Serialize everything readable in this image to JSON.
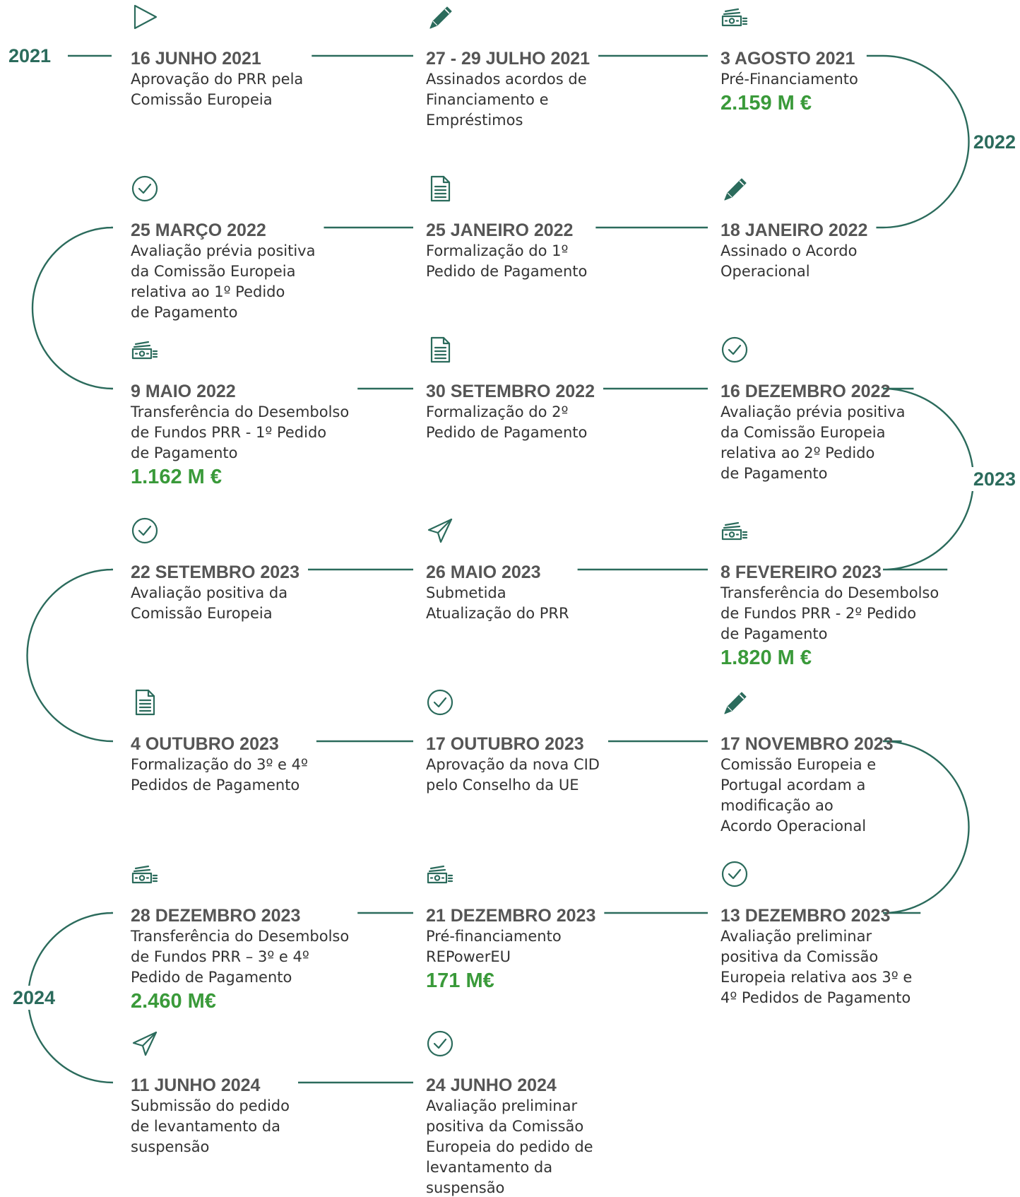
{
  "colors": {
    "line": "#2b6b5c",
    "icon": "#2b6b5c",
    "date": "#555555",
    "text": "#333333",
    "amount": "#3a9a3a"
  },
  "years": [
    "2021",
    "2022",
    "2023",
    "2024"
  ],
  "events": [
    {
      "date": "16 JUNHO 2021",
      "lines": [
        "Aprovação do PRR pela",
        "Comissão Europeia"
      ],
      "amount": "",
      "icon": "play-icon"
    },
    {
      "date": "27  - 29 JULHO 2021",
      "lines": [
        "Assinados acordos de",
        "Financiamento e",
        "Empréstimos"
      ],
      "amount": "",
      "icon": "pen-icon"
    },
    {
      "date": "3 AGOSTO 2021",
      "lines": [
        "Pré-Financiamento"
      ],
      "amount": "2.159 M €",
      "icon": "money-icon"
    },
    {
      "date": "18 JANEIRO 2022",
      "lines": [
        "Assinado o Acordo",
        "Operacional"
      ],
      "amount": "",
      "icon": "pen-icon"
    },
    {
      "date": "25 JANEIRO 2022",
      "lines": [
        "Formalização do 1º",
        "Pedido de Pagamento"
      ],
      "amount": "",
      "icon": "document-icon"
    },
    {
      "date": "25 MARÇO 2022",
      "lines": [
        "Avaliação prévia positiva",
        "da Comissão Europeia",
        "relativa ao 1º Pedido",
        "de Pagamento"
      ],
      "amount": "",
      "icon": "check-circle-icon"
    },
    {
      "date": "9 MAIO 2022",
      "lines": [
        "Transferência do Desembolso",
        "de Fundos PRR -  1º Pedido",
        "de Pagamento"
      ],
      "amount": "1.162 M €",
      "icon": "money-icon"
    },
    {
      "date": "30 SETEMBRO 2022",
      "lines": [
        "Formalização do 2º",
        "Pedido de Pagamento"
      ],
      "amount": "",
      "icon": "document-icon"
    },
    {
      "date": "16 DEZEMBRO 2022",
      "lines": [
        "Avaliação prévia positiva",
        "da Comissão Europeia",
        "relativa ao 2º Pedido",
        "de Pagamento"
      ],
      "amount": "",
      "icon": "check-circle-icon"
    },
    {
      "date": "8 FEVEREIRO 2023",
      "lines": [
        "Transferência do Desembolso",
        "de Fundos PRR -  2º Pedido",
        "de Pagamento"
      ],
      "amount": "1.820 M €",
      "icon": "money-icon"
    },
    {
      "date": "26 MAIO 2023",
      "lines": [
        "Submetida",
        "Atualização do PRR"
      ],
      "amount": "",
      "icon": "paper-plane-icon"
    },
    {
      "date": "22 SETEMBRO 2023",
      "lines": [
        "Avaliação positiva da",
        "Comissão Europeia"
      ],
      "amount": "",
      "icon": "check-circle-icon"
    },
    {
      "date": "4 OUTUBRO 2023",
      "lines": [
        "Formalização do 3º e 4º",
        "Pedidos de Pagamento"
      ],
      "amount": "",
      "icon": "document-icon"
    },
    {
      "date": "17 OUTUBRO 2023",
      "lines": [
        "Aprovação da nova CID",
        "pelo Conselho da UE"
      ],
      "amount": "",
      "icon": "check-circle-icon"
    },
    {
      "date": "17 NOVEMBRO 2023",
      "lines": [
        "Comissão Europeia e",
        "Portugal acordam a",
        "modificação ao",
        "Acordo Operacional"
      ],
      "amount": "",
      "icon": "pen-icon"
    },
    {
      "date": "13 DEZEMBRO 2023",
      "lines": [
        "Avaliação preliminar",
        "positiva da Comissão",
        "Europeia relativa aos 3º e",
        "4º Pedidos de Pagamento"
      ],
      "amount": "",
      "icon": "check-circle-icon"
    },
    {
      "date": "21 DEZEMBRO 2023",
      "lines": [
        "Pré-financiamento",
        "REPowerEU"
      ],
      "amount": "171 M€",
      "icon": "money-icon"
    },
    {
      "date": "28 DEZEMBRO 2023",
      "lines": [
        "Transferência do Desembolso",
        "de Fundos PRR – 3º e 4º",
        "Pedido de Pagamento"
      ],
      "amount": "2.460 M€",
      "icon": "money-icon"
    },
    {
      "date": "11 JUNHO 2024",
      "lines": [
        "Submissão do pedido",
        "de levantamento da",
        "suspensão"
      ],
      "amount": "",
      "icon": "paper-plane-icon"
    },
    {
      "date": "24 JUNHO 2024",
      "lines": [
        "Avaliação preliminar",
        "positiva da Comissão",
        "Europeia do pedido de",
        "levantamento da",
        "suspensão"
      ],
      "amount": "",
      "icon": "check-circle-icon"
    }
  ]
}
